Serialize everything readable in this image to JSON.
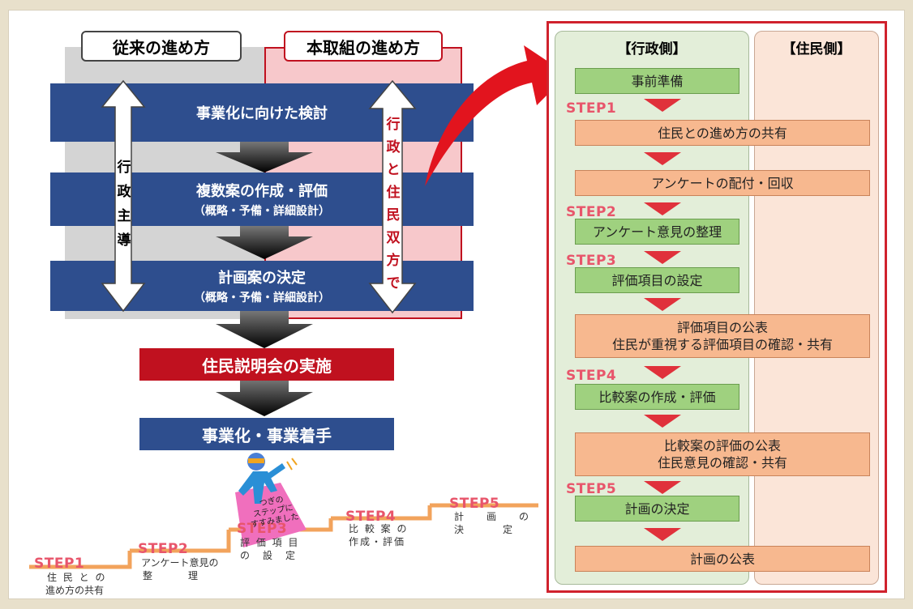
{
  "left": {
    "header_traditional": "従来の進め方",
    "header_new": "本取組の進め方",
    "band1": "事業化に向けた検討",
    "band2": "複数案の作成・評価",
    "band2_sub": "（概略・予備・詳細設計）",
    "band3": "計画案の決定",
    "band3_sub": "（概略・予備・詳細設計）",
    "vertical_left": [
      "行",
      "政",
      "主",
      "導"
    ],
    "vertical_right": [
      "行",
      "政",
      "と",
      "住",
      "民",
      "双",
      "方",
      "で"
    ],
    "briefing": "住民説明会の実施",
    "commence": "事業化・事業着手"
  },
  "right": {
    "header_admin": "【行政側】",
    "header_resident": "【住民側】",
    "items": {
      "pre": "事前準備",
      "share": "住民との進め方の共有",
      "survey": "アンケートの配付・回収",
      "organize": "アンケート意見の整理",
      "set_items": "評価項目の設定",
      "publish_items_1": "評価項目の公表",
      "publish_items_2": "住民が重視する評価項目の確認・共有",
      "compare": "比較案の作成・評価",
      "publish_compare_1": "比較案の評価の公表",
      "publish_compare_2": "住民意見の確認・共有",
      "decide": "計画の決定",
      "publish_plan": "計画の公表"
    },
    "steps": [
      "STEP1",
      "STEP2",
      "STEP3",
      "STEP4",
      "STEP5"
    ]
  },
  "stairs": {
    "labels": [
      "STEP1",
      "STEP2",
      "STEP3",
      "STEP4",
      "STEP5"
    ],
    "step1_line1": "住 民 と の",
    "step1_line2": "進め方の共有",
    "step2_line1": "アンケート意見の",
    "step2_line2": "整　　　理",
    "step3_line1": "評 価 項 目",
    "step3_line2": "の　設　定",
    "step4_line1": "比 較 案 の",
    "step4_line2": "作成・評価",
    "step5_line1": "計　画　の",
    "step5_line2": "決　　定",
    "sign_line1": "つぎの",
    "sign_line2": "ステップに",
    "sign_line3": "すすみました"
  },
  "colors": {
    "navy": "#2e4e8e",
    "red": "#c0111f",
    "green": "#9fd17f",
    "orange": "#f7b88f",
    "step_pink": "#e8556b"
  }
}
